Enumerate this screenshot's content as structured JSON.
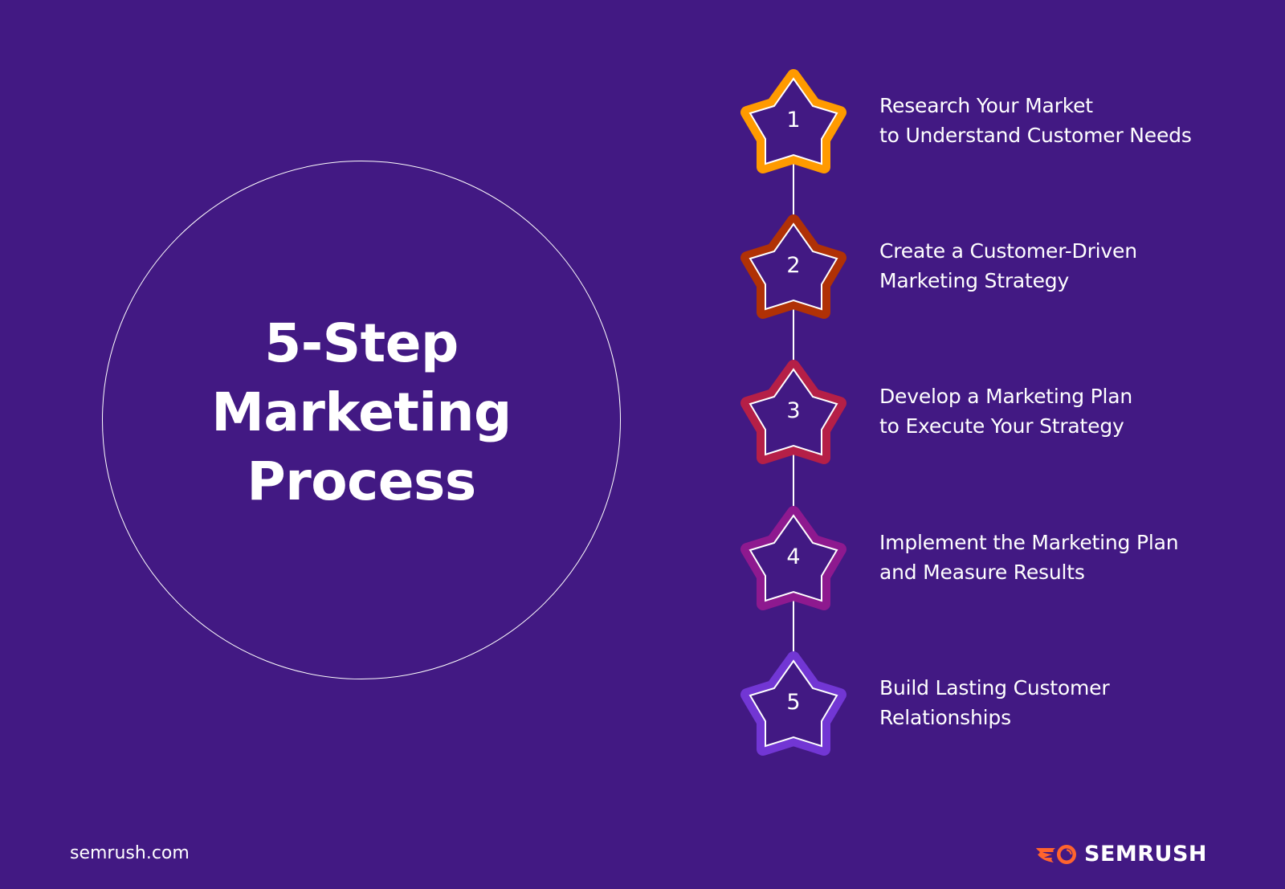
{
  "title": {
    "lines": [
      "5-Step",
      "Marketing",
      "Process"
    ]
  },
  "steps": [
    {
      "number": "1",
      "lines": [
        "Research Your Market",
        "to Understand Customer Needs"
      ],
      "color": "#FF9A00"
    },
    {
      "number": "2",
      "lines": [
        "Create a Customer-Driven",
        "Marketing Strategy"
      ],
      "color": "#B03106"
    },
    {
      "number": "3",
      "lines": [
        "Develop a Marketing Plan",
        "to Execute Your Strategy"
      ],
      "color": "#B51F47"
    },
    {
      "number": "4",
      "lines": [
        "Implement the Marketing Plan",
        "and Measure Results"
      ],
      "color": "#8E198F"
    },
    {
      "number": "5",
      "lines": [
        "Build Lasting Customer",
        "Relationships"
      ],
      "color": "#7236D4"
    }
  ],
  "footer": {
    "url": "semrush.com",
    "brand": "SEMRUSH",
    "brand_icon_color": "#FF642D"
  },
  "colors": {
    "background": "#421983",
    "foreground": "#FFFFFF"
  }
}
